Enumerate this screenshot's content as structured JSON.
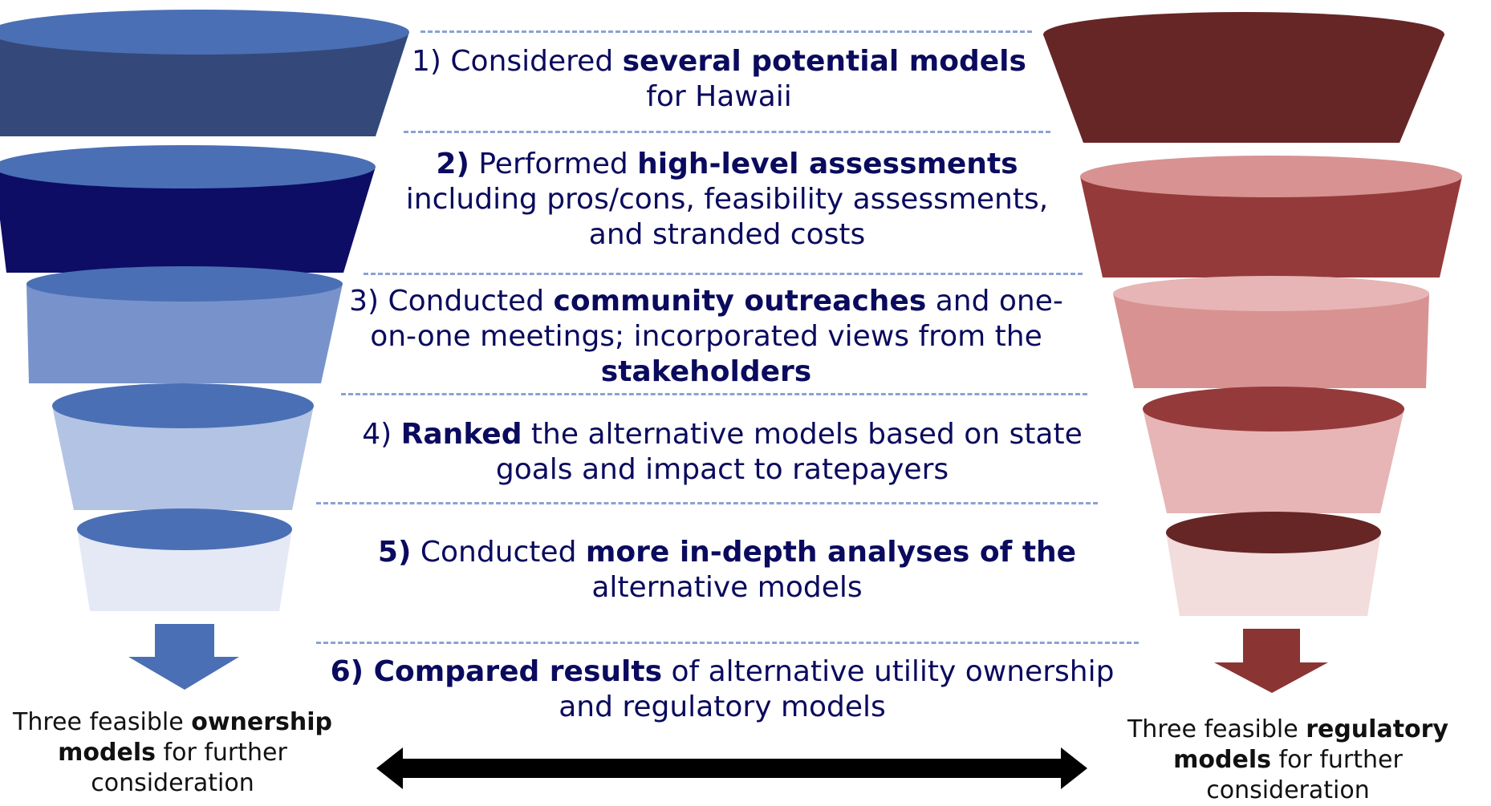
{
  "colors": {
    "text_dark_blue": "#0a0a5e",
    "dash_line": "#8aa2d4",
    "blue_arrow": "#4a6fb5",
    "red_arrow": "#8b3434",
    "double_arrow": "#000000"
  },
  "steps": [
    {
      "pre": "1) Considered ",
      "bold": "several potential models",
      "post": "for Hawaii"
    },
    {
      "num": "2)",
      "pre": " Performed ",
      "bold": "high-level assessments",
      "post": "including pros/cons, feasibility assessments,",
      "post2": "and stranded costs"
    },
    {
      "pre": "3) Conducted ",
      "bold": "community outreaches",
      "mid": " and one-",
      "line2": "on-one meetings; incorporated views from the",
      "bold2": "stakeholders"
    },
    {
      "pre": "4) ",
      "bold": "Ranked",
      "post": " the alternative models based on state",
      "line2": "goals and impact to ratepayers"
    },
    {
      "num": "5)",
      "pre": " Conducted ",
      "bold": "more in-depth analyses of the",
      "post": "alternative models"
    },
    {
      "bold": "6) Compared results",
      "post": " of alternative utility ownership",
      "line2": "and regulatory models"
    }
  ],
  "outcomes": {
    "left": {
      "pre": "Three feasible ",
      "bold1": "ownership",
      "bold2": "models",
      "post": " for further",
      "line3": "consideration"
    },
    "right": {
      "pre": "Three feasible ",
      "bold1": "regulatory",
      "bold2": "models",
      "post": " for further",
      "line3": "consideration"
    }
  },
  "funnels": {
    "left": {
      "name": "ownership-funnel",
      "tiers": [
        {
          "side": "#34497a",
          "top": "#4a6fb5"
        },
        {
          "side": "#0d0d66",
          "top": "#4a6fb5"
        },
        {
          "side": "#7893cc",
          "top": "#4a6fb5"
        },
        {
          "side": "#b3c3e4",
          "top": "#4a6fb5"
        },
        {
          "side": "#e4e9f5",
          "top": "#4a6fb5"
        }
      ]
    },
    "right": {
      "name": "regulatory-funnel",
      "tiers": [
        {
          "side": "#662626",
          "top": "#662626"
        },
        {
          "side": "#953a3a",
          "top": "#d89292"
        },
        {
          "side": "#d89292",
          "top": "#e7b5b5"
        },
        {
          "side": "#e7b5b5",
          "top": "#953a3a"
        },
        {
          "side": "#f2dcdc",
          "top": "#662626"
        }
      ]
    }
  }
}
